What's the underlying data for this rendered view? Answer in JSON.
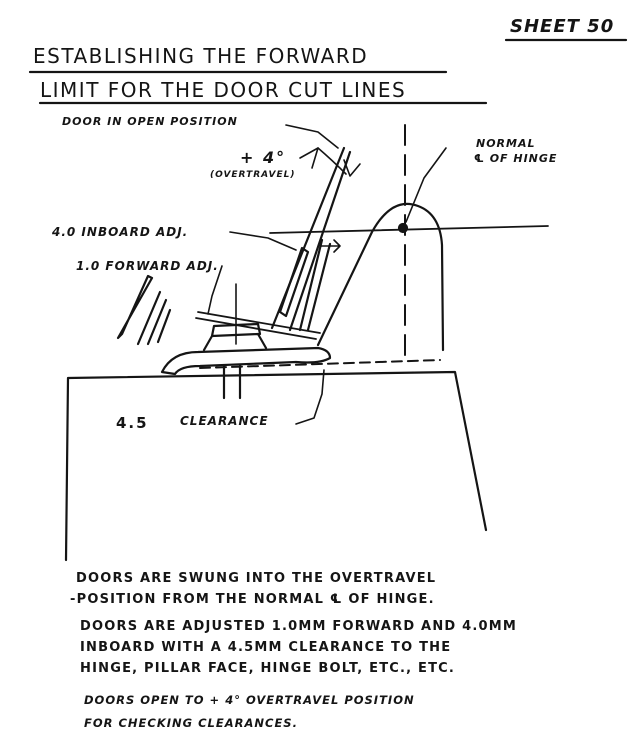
{
  "header": {
    "sheet_number": "SHEET 50",
    "title_line1": "ESTABLISHING THE FORWARD",
    "title_line2": "LIMIT FOR THE DOOR CUT LINES"
  },
  "labels": {
    "door_open": "DOOR IN OPEN POSITION",
    "overtravel_angle": "+ 4°",
    "overtravel": "(OVERTRAVEL)",
    "normal_hinge_1": "NORMAL",
    "normal_hinge_2": "℄ OF HINGE",
    "inboard_adj": "4.0 INBOARD ADJ.",
    "forward_adj": "1.0 FORWARD ADJ.",
    "clearance_value": "4.5",
    "clearance": "CLEARANCE"
  },
  "notes": {
    "note1_line1": "DOORS ARE SWUNG INTO THE OVERTRAVEL",
    "note1_line2": "-POSITION FROM THE NORMAL ℄ OF HINGE.",
    "note2_line1": "DOORS ARE ADJUSTED 1.0MM FORWARD AND 4.0MM",
    "note2_line2": "INBOARD WITH A 4.5MM CLEARANCE TO THE",
    "note2_line3": "HINGE, PILLAR FACE, HINGE BOLT, ETC., ETC.",
    "note3_line1": "DOORS OPEN TO + 4° OVERTRAVEL POSITION",
    "note3_line2": "FOR CHECKING CLEARANCES."
  }
}
